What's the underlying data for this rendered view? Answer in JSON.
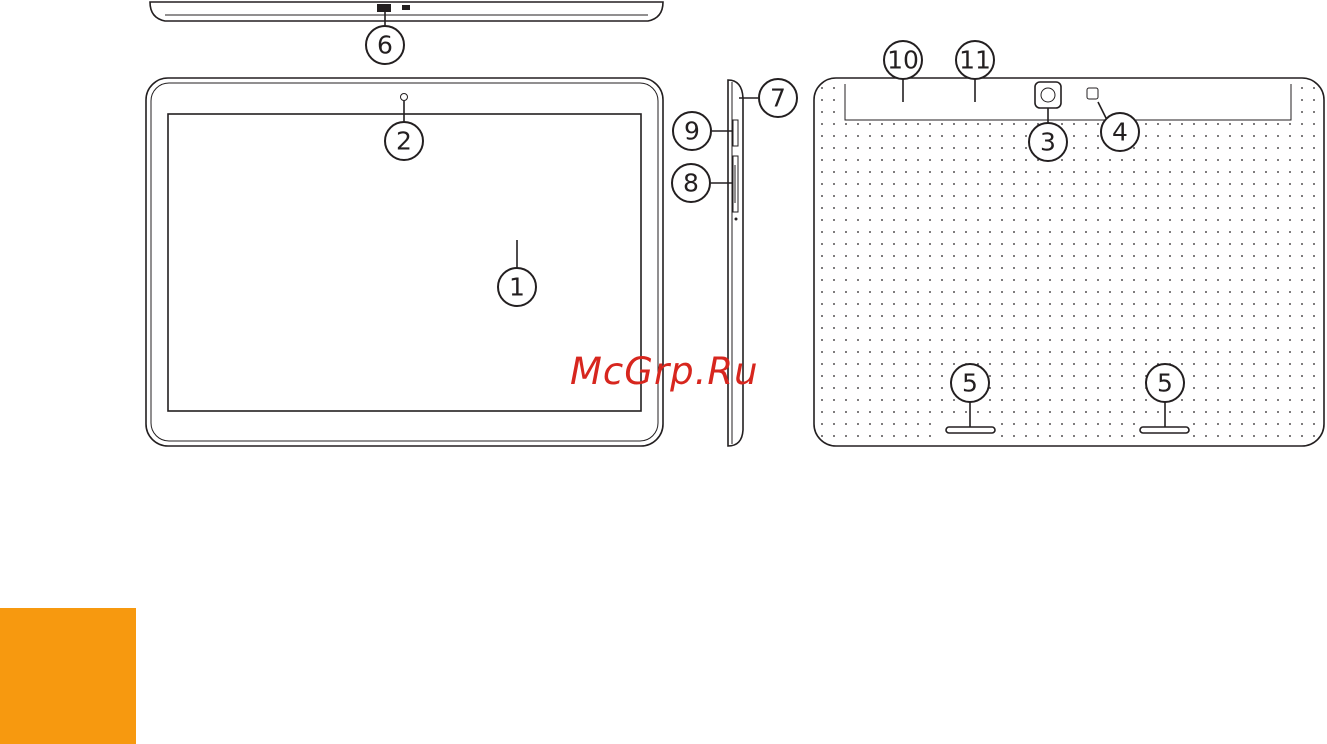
{
  "watermark": {
    "text": "McGrp.Ru",
    "color": "#d7261e"
  },
  "accent_block": {
    "color": "#f7990f"
  },
  "diagram": {
    "views": [
      "top-edge",
      "front",
      "side",
      "back"
    ],
    "callouts": [
      {
        "id": "1",
        "label": "1"
      },
      {
        "id": "2",
        "label": "2"
      },
      {
        "id": "3",
        "label": "3"
      },
      {
        "id": "4",
        "label": "4"
      },
      {
        "id": "5a",
        "label": "5"
      },
      {
        "id": "5b",
        "label": "5"
      },
      {
        "id": "6",
        "label": "6"
      },
      {
        "id": "7",
        "label": "7"
      },
      {
        "id": "8",
        "label": "8"
      },
      {
        "id": "9",
        "label": "9"
      },
      {
        "id": "10",
        "label": "10"
      },
      {
        "id": "11",
        "label": "11"
      }
    ]
  }
}
